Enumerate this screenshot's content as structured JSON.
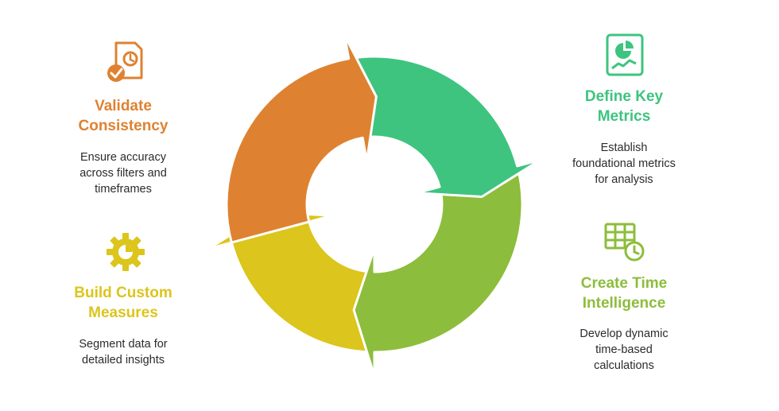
{
  "steps": [
    {
      "id": "define",
      "title": "Define Key\nMetrics",
      "description": "Establish\nfoundational metrics\nfor analysis",
      "color": "#3ec47f",
      "icon": "pie-chart-icon"
    },
    {
      "id": "time",
      "title": "Create Time\nIntelligence",
      "description": "Develop dynamic\ntime-based\ncalculations",
      "color": "#8dbd3c",
      "icon": "table-clock-icon"
    },
    {
      "id": "build",
      "title": "Build Custom\nMeasures",
      "description": "Segment data for\ndetailed insights",
      "color": "#dcc51c",
      "icon": "gear-chart-icon"
    },
    {
      "id": "validate",
      "title": "Validate\nConsistency",
      "description": "Ensure accuracy\nacross filters and\ntimeframes",
      "color": "#de8231",
      "icon": "document-clock-check-icon"
    }
  ]
}
